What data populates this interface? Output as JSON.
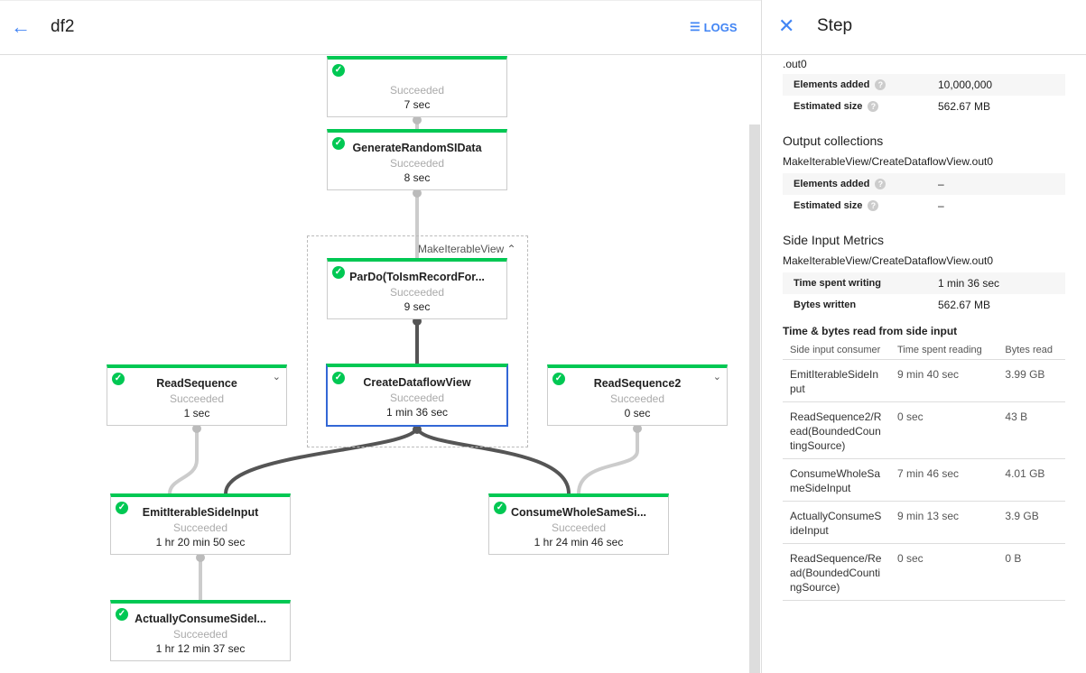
{
  "header": {
    "title": "df2",
    "logs_label": "LOGS",
    "back_icon": "arrow-left-icon",
    "logs_icon": "list-icon"
  },
  "graph": {
    "group_label": "MakeIterableView",
    "nodes": [
      {
        "name": "",
        "status": "Succeeded",
        "duration": "7 sec"
      },
      {
        "name": "GenerateRandomSIData",
        "status": "Succeeded",
        "duration": "8 sec"
      },
      {
        "name": "ParDo(ToIsmRecordFor...",
        "status": "Succeeded",
        "duration": "9 sec"
      },
      {
        "name": "CreateDataflowView",
        "status": "Succeeded",
        "duration": "1 min 36 sec",
        "selected": true
      },
      {
        "name": "ReadSequence",
        "status": "Succeeded",
        "duration": "1 sec"
      },
      {
        "name": "ReadSequence2",
        "status": "Succeeded",
        "duration": "0 sec"
      },
      {
        "name": "EmitIterableSideInput",
        "status": "Succeeded",
        "duration": "1 hr 20 min 50 sec"
      },
      {
        "name": "ConsumeWholeSameSi...",
        "status": "Succeeded",
        "duration": "1 hr 24 min 46 sec"
      },
      {
        "name": "ActuallyConsumeSideI...",
        "status": "Succeeded",
        "duration": "1 hr 12 min 37 sec"
      }
    ],
    "colors": {
      "success": "#00c853",
      "selected": "#3367d6",
      "edge": "#555555",
      "side_edge": "#cccccc"
    }
  },
  "panel": {
    "title": "Step",
    "partial_label": ".out0",
    "input_metrics": [
      {
        "k": "Elements added",
        "v": "10,000,000"
      },
      {
        "k": "Estimated size",
        "v": "562.67 MB"
      }
    ],
    "output_title": "Output collections",
    "output_name": "MakeIterableView/CreateDataflowView.out0",
    "output_metrics": [
      {
        "k": "Elements added",
        "v": "–"
      },
      {
        "k": "Estimated size",
        "v": "–"
      }
    ],
    "side_title": "Side Input Metrics",
    "side_name": "MakeIterableView/CreateDataflowView.out0",
    "side_metrics": [
      {
        "k": "Time spent writing",
        "v": "1 min 36 sec"
      },
      {
        "k": "Bytes written",
        "v": "562.67 MB"
      }
    ],
    "read_title": "Time & bytes read from side input",
    "read_headers": [
      "Side input consumer",
      "Time spent reading",
      "Bytes read"
    ],
    "read_rows": [
      [
        "EmitIterableSideInput",
        "9 min 40 sec",
        "3.99 GB"
      ],
      [
        "ReadSequence2/Read(BoundedCountingSource)",
        "0 sec",
        "43 B"
      ],
      [
        "ConsumeWholeSameSideInput",
        "7 min 46 sec",
        "4.01 GB"
      ],
      [
        "ActuallyConsumeSideInput",
        "9 min 13 sec",
        "3.9 GB"
      ],
      [
        "ReadSequence/Read(BoundedCountingSource)",
        "0 sec",
        "0 B"
      ]
    ]
  }
}
